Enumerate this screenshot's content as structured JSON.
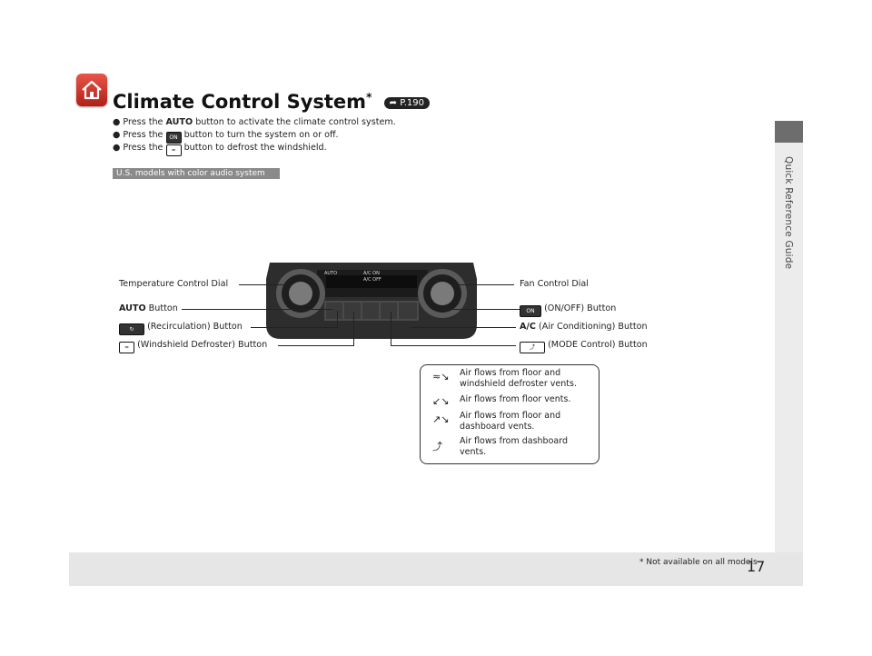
{
  "title": "Climate Control System",
  "title_marker": "*",
  "page_ref": "P.190",
  "bullets": [
    {
      "before": "Press the ",
      "key": "AUTO",
      "after": " button to activate the climate control system."
    },
    {
      "before": "Press the ",
      "key": "ON/OFF",
      "after": " button to turn the system on or off."
    },
    {
      "before": "Press the ",
      "key": "FRONT",
      "after": " button to defrost the windshield."
    }
  ],
  "models_label": "U.S. models with color audio system",
  "callouts": {
    "temp_dial": "Temperature Control Dial",
    "auto_key": "AUTO",
    "auto_rest": " Button",
    "recirc": "(Recirculation) Button",
    "defroster": "(Windshield Defroster) Button",
    "fan_dial": "Fan Control Dial",
    "onoff": "(ON/OFF) Button",
    "ac_key": "A/C",
    "ac_rest": " (Air Conditioning) Button",
    "mode": "(MODE Control) Button"
  },
  "legend": [
    "Air flows from floor and windshield defroster vents.",
    "Air flows from floor vents.",
    "Air flows from floor and dashboard vents.",
    "Air flows from dashboard vents."
  ],
  "side_tab": "Quick Reference Guide",
  "page_number": "17",
  "footnote": "* Not available on all models",
  "panel_labels": {
    "auto": "AUTO",
    "ac_on": "A/C ON",
    "ac_off": "A/C OFF"
  }
}
